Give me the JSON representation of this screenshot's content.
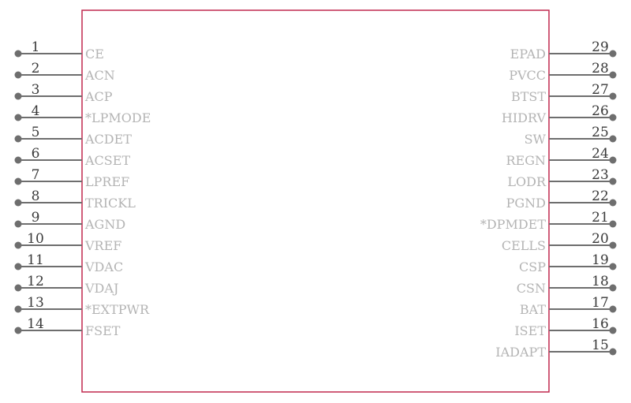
{
  "component": {
    "outline_color": "#c0284e",
    "pin_color": "#6e6e6e",
    "label_color": "#b4b4b4",
    "number_color": "#3a3a3a"
  },
  "pins_left": [
    {
      "num": "1",
      "name": "CE"
    },
    {
      "num": "2",
      "name": "ACN"
    },
    {
      "num": "3",
      "name": "ACP"
    },
    {
      "num": "4",
      "name": "*LPMODE"
    },
    {
      "num": "5",
      "name": "ACDET"
    },
    {
      "num": "6",
      "name": "ACSET"
    },
    {
      "num": "7",
      "name": "LPREF"
    },
    {
      "num": "8",
      "name": "TRICKL"
    },
    {
      "num": "9",
      "name": "AGND"
    },
    {
      "num": "10",
      "name": "VREF"
    },
    {
      "num": "11",
      "name": "VDAC"
    },
    {
      "num": "12",
      "name": "VDAJ"
    },
    {
      "num": "13",
      "name": "*EXTPWR"
    },
    {
      "num": "14",
      "name": "FSET"
    }
  ],
  "pins_right": [
    {
      "num": "29",
      "name": "EPAD"
    },
    {
      "num": "28",
      "name": "PVCC"
    },
    {
      "num": "27",
      "name": "BTST"
    },
    {
      "num": "26",
      "name": "HIDRV"
    },
    {
      "num": "25",
      "name": "SW"
    },
    {
      "num": "24",
      "name": "REGN"
    },
    {
      "num": "23",
      "name": "LODR"
    },
    {
      "num": "22",
      "name": "PGND"
    },
    {
      "num": "21",
      "name": "*DPMDET"
    },
    {
      "num": "20",
      "name": "CELLS"
    },
    {
      "num": "19",
      "name": "CSP"
    },
    {
      "num": "18",
      "name": "CSN"
    },
    {
      "num": "17",
      "name": "BAT"
    },
    {
      "num": "16",
      "name": "ISET"
    },
    {
      "num": "15",
      "name": "IADAPT"
    }
  ]
}
